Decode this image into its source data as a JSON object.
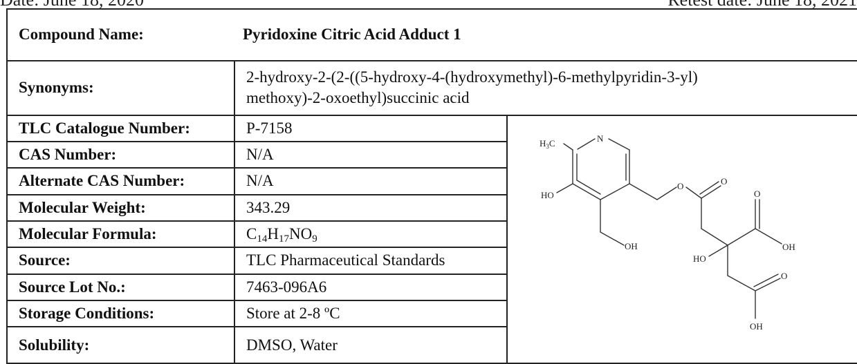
{
  "header": {
    "date_left": "Date: June 18, 2020",
    "retest_right": "Retest date: June 18, 2021"
  },
  "compound": {
    "label": "Compound Name:",
    "value": "Pyridoxine Citric Acid Adduct 1"
  },
  "synonyms": {
    "label": "Synonyms:",
    "line1": "2-hydroxy-2-(2-((5-hydroxy-4-(hydroxymethyl)-6-methylpyridin-3-yl)",
    "line2": "methoxy)-2-oxoethyl)succinic acid"
  },
  "rows": [
    {
      "label": "TLC Catalogue Number:",
      "value": "P-7158"
    },
    {
      "label": "CAS Number:",
      "value": "N/A"
    },
    {
      "label": "Alternate CAS Number:",
      "value": "N/A"
    },
    {
      "label": "Molecular Weight:",
      "value": "343.29"
    },
    {
      "label": "Molecular Formula:",
      "formula": {
        "c": "C",
        "c_n": "14",
        "h": "H",
        "h_n": "17",
        "rest": "NO",
        "o_n": "9"
      }
    },
    {
      "label": "Source:",
      "value": "TLC Pharmaceutical Standards"
    },
    {
      "label": "Source Lot No.:",
      "value": "7463-096A6"
    },
    {
      "label": "Storage Conditions:",
      "value": "Store at 2-8 ºC"
    },
    {
      "label": "Solubility:",
      "value": "DMSO, Water"
    }
  ],
  "structure": {
    "atoms": {
      "h3c": "H3C",
      "h3c_h": "H",
      "h3c_3": "3",
      "h3c_c": "C",
      "n": "N",
      "ho_ring": "HO",
      "oh_ch2": "OH",
      "o_ester": "O",
      "o_ester_carbonyl": "O",
      "o_acid_top": "O",
      "oh_acid_top": "OH",
      "ho_center": "HO",
      "o_acid_bottom": "O",
      "oh_acid_bottom": "OH"
    }
  }
}
